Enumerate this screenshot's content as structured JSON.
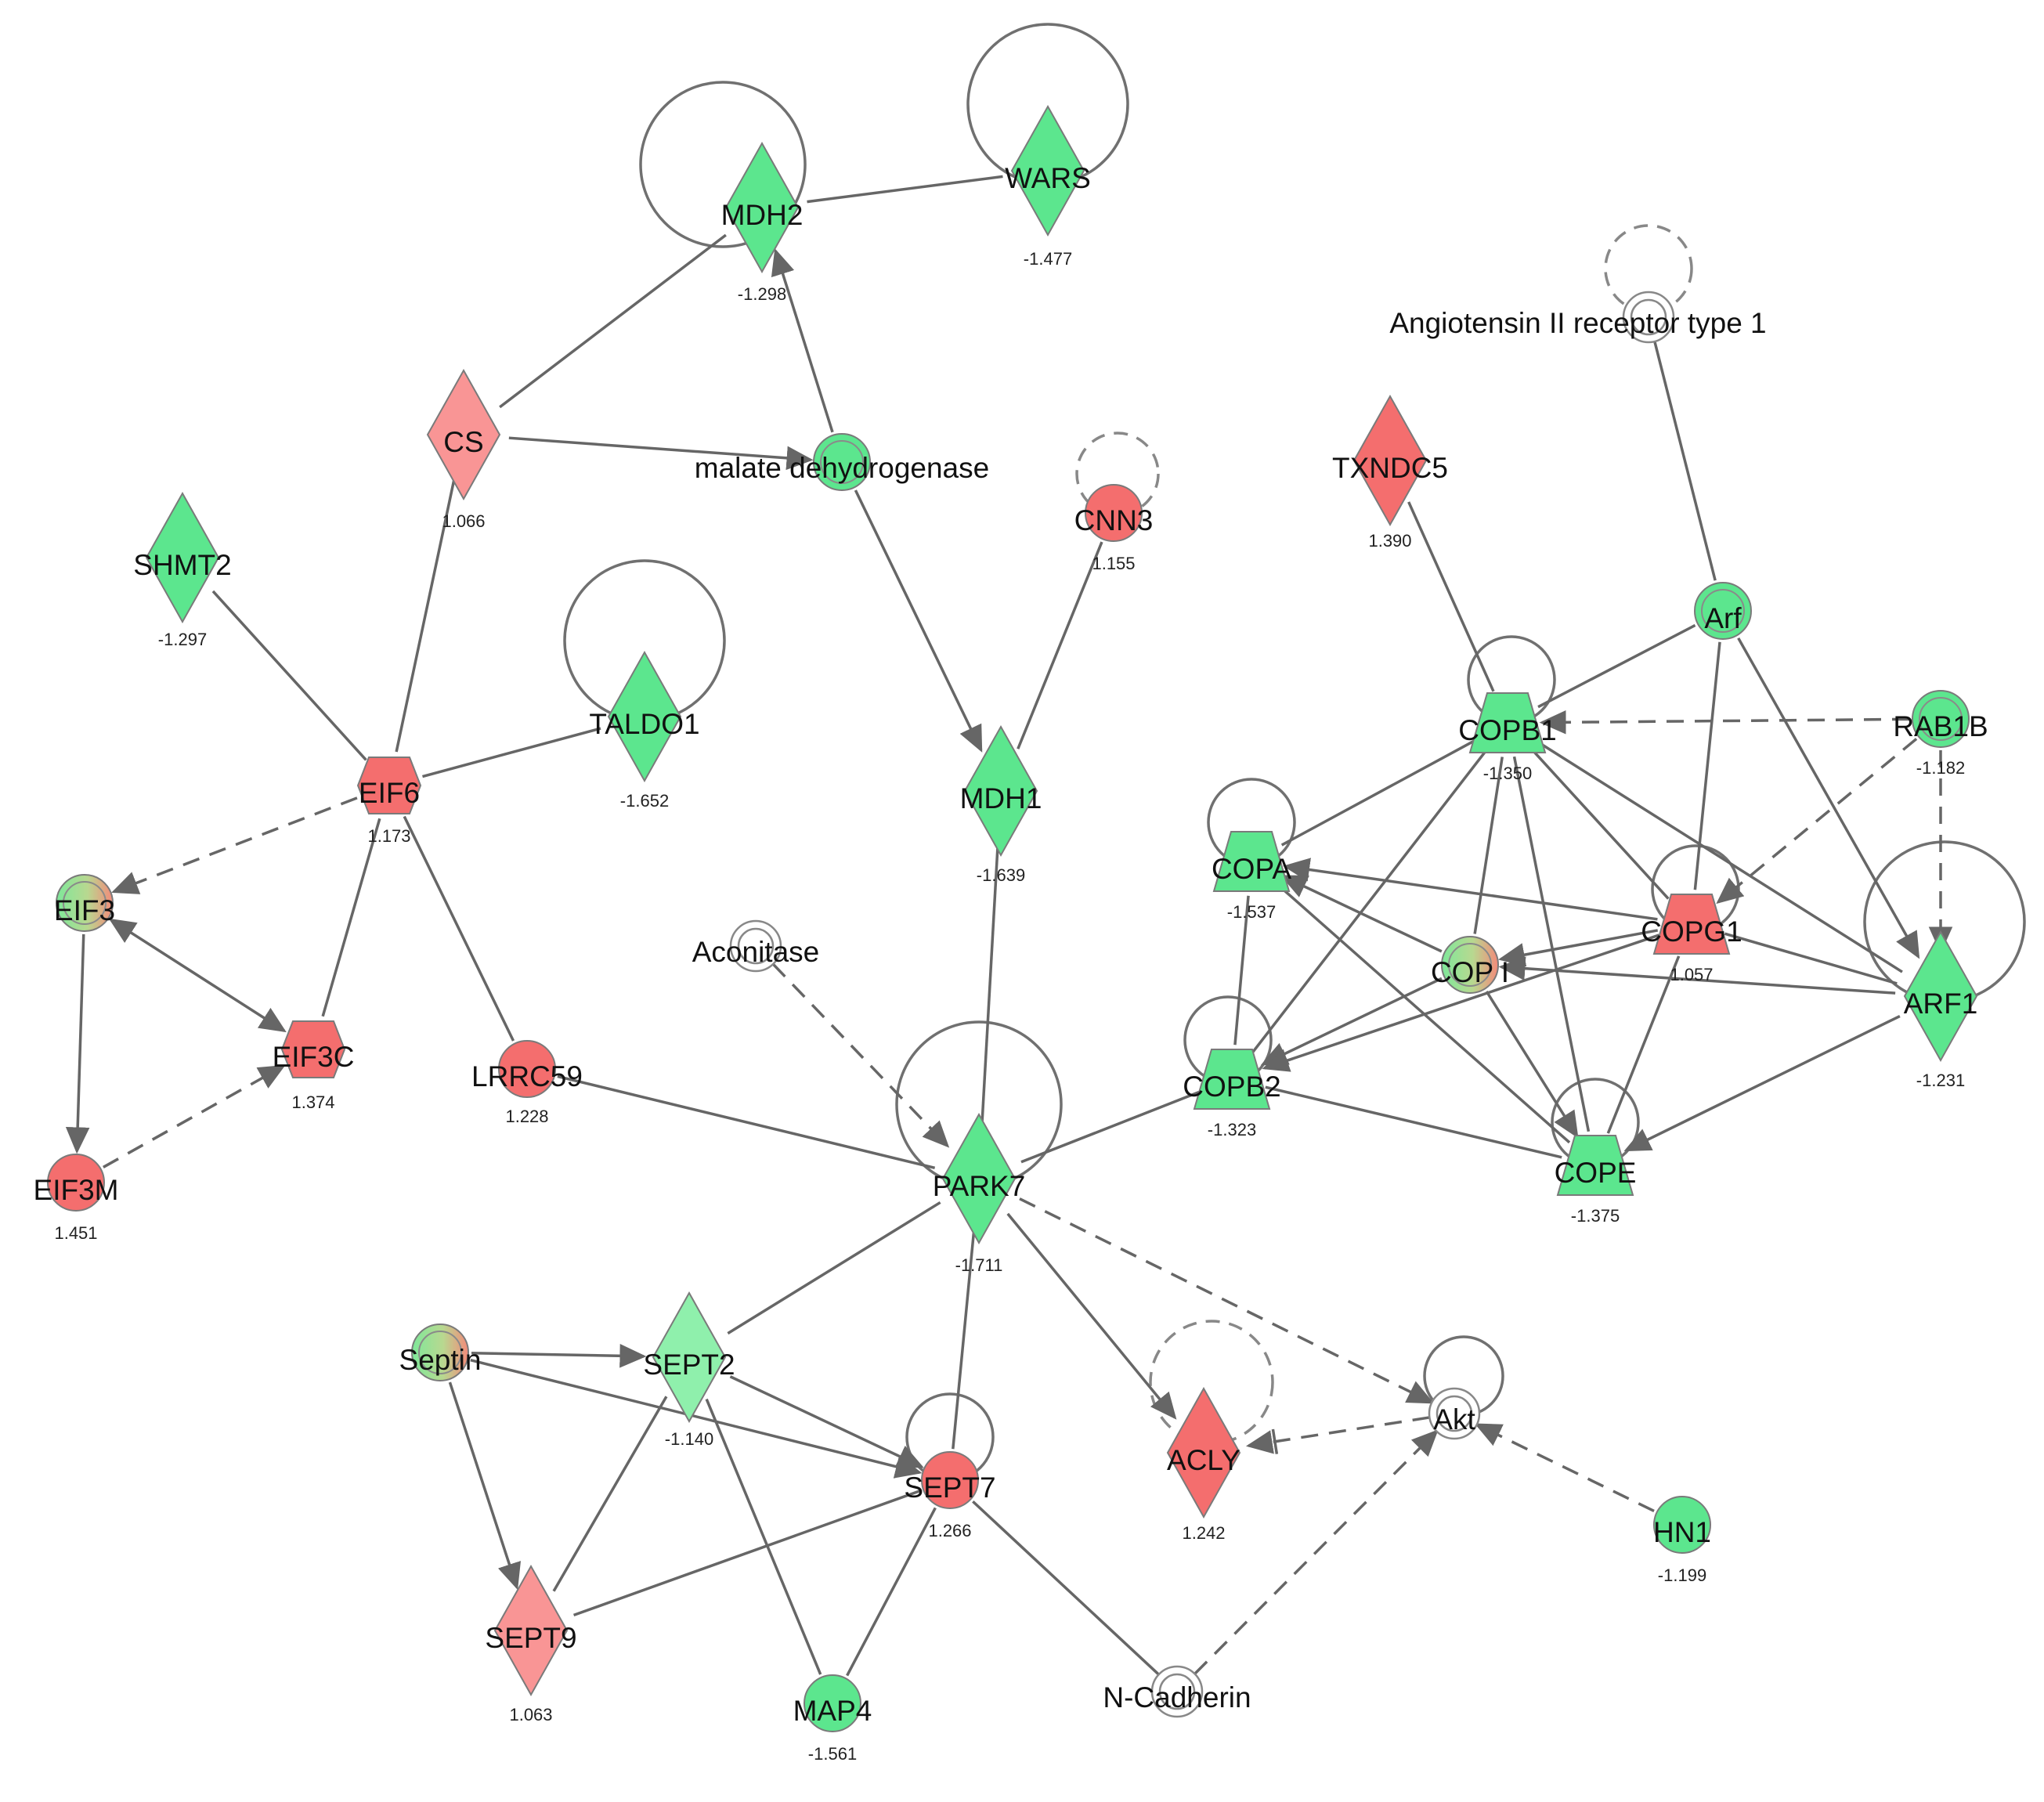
{
  "colors": {
    "up": "#f46e6e",
    "up_light": "#f99595",
    "down": "#5ce68e",
    "down_light": "#8ff0ac",
    "edge": "#666666"
  },
  "nodes": [
    {
      "id": "MDH2",
      "label": "MDH2",
      "value": "-1.298",
      "shape": "diamond",
      "color": "down"
    },
    {
      "id": "WARS",
      "label": "WARS",
      "value": "-1.477",
      "shape": "diamond",
      "color": "down"
    },
    {
      "id": "CS",
      "label": "CS",
      "value": "1.066",
      "shape": "diamond",
      "color": "up_light"
    },
    {
      "id": "MALDH",
      "label": "malate dehydrogenase",
      "value": "",
      "shape": "circle",
      "color": "down"
    },
    {
      "id": "CNN3",
      "label": "CNN3",
      "value": "1.155",
      "shape": "circle",
      "color": "up"
    },
    {
      "id": "SHMT2",
      "label": "SHMT2",
      "value": "-1.297",
      "shape": "diamond",
      "color": "down"
    },
    {
      "id": "TALDO1",
      "label": "TALDO1",
      "value": "-1.652",
      "shape": "diamond",
      "color": "down"
    },
    {
      "id": "EIF6",
      "label": "EIF6",
      "value": "1.173",
      "shape": "hexagon",
      "color": "up"
    },
    {
      "id": "EIF3",
      "label": "EIF3",
      "value": "",
      "shape": "circle",
      "color": "mixed"
    },
    {
      "id": "EIF3C",
      "label": "EIF3C",
      "value": "1.374",
      "shape": "hexagon",
      "color": "up"
    },
    {
      "id": "EIF3M",
      "label": "EIF3M",
      "value": "1.451",
      "shape": "circle",
      "color": "up"
    },
    {
      "id": "LRRC59",
      "label": "LRRC59",
      "value": "1.228",
      "shape": "circle",
      "color": "up"
    },
    {
      "id": "MDH1",
      "label": "MDH1",
      "value": "-1.639",
      "shape": "diamond",
      "color": "down"
    },
    {
      "id": "ACONITASE",
      "label": "Aconitase",
      "value": "",
      "shape": "double",
      "color": "white"
    },
    {
      "id": "PARK7",
      "label": "PARK7",
      "value": "-1.711",
      "shape": "diamond",
      "color": "down"
    },
    {
      "id": "AGTR",
      "label": "Angiotensin II receptor type 1",
      "value": "",
      "shape": "double",
      "color": "white"
    },
    {
      "id": "TXNDC5",
      "label": "TXNDC5",
      "value": "1.390",
      "shape": "diamond",
      "color": "up"
    },
    {
      "id": "ARF",
      "label": "Arf",
      "value": "",
      "shape": "circle",
      "color": "down"
    },
    {
      "id": "COPB1",
      "label": "COPB1",
      "value": "-1.350",
      "shape": "trapezoid",
      "color": "down"
    },
    {
      "id": "RAB1B",
      "label": "RAB1B",
      "value": "-1.182",
      "shape": "circle",
      "color": "down"
    },
    {
      "id": "COPA",
      "label": "COPA",
      "value": "-1.537",
      "shape": "trapezoid",
      "color": "down"
    },
    {
      "id": "COPG1",
      "label": "COPG1",
      "value": "1.057",
      "shape": "trapezoid",
      "color": "up"
    },
    {
      "id": "COPI",
      "label": "COP I",
      "value": "",
      "shape": "circle",
      "color": "mixed"
    },
    {
      "id": "ARF1",
      "label": "ARF1",
      "value": "-1.231",
      "shape": "diamond",
      "color": "down"
    },
    {
      "id": "COPB2",
      "label": "COPB2",
      "value": "-1.323",
      "shape": "trapezoid",
      "color": "down"
    },
    {
      "id": "COPE",
      "label": "COPE",
      "value": "-1.375",
      "shape": "trapezoid",
      "color": "down"
    },
    {
      "id": "SEPTIN",
      "label": "Septin",
      "value": "",
      "shape": "circle",
      "color": "mixed"
    },
    {
      "id": "SEPT2",
      "label": "SEPT2",
      "value": "-1.140",
      "shape": "diamond",
      "color": "down_light"
    },
    {
      "id": "SEPT7",
      "label": "SEPT7",
      "value": "1.266",
      "shape": "circle",
      "color": "up"
    },
    {
      "id": "SEPT9",
      "label": "SEPT9",
      "value": "1.063",
      "shape": "diamond",
      "color": "up_light"
    },
    {
      "id": "MAP4",
      "label": "MAP4",
      "value": "-1.561",
      "shape": "circle",
      "color": "down"
    },
    {
      "id": "ACLY",
      "label": "ACLY",
      "value": "1.242",
      "shape": "diamond",
      "color": "up"
    },
    {
      "id": "AKT",
      "label": "Akt",
      "value": "",
      "shape": "double",
      "color": "white"
    },
    {
      "id": "HN1",
      "label": "HN1",
      "value": "-1.199",
      "shape": "circle",
      "color": "down"
    },
    {
      "id": "NCAD",
      "label": "N-Cadherin",
      "value": "",
      "shape": "double",
      "color": "white"
    }
  ],
  "edges": [
    {
      "from": "MDH2",
      "to": "WARS",
      "dashed": false,
      "arrow": false
    },
    {
      "from": "CS",
      "to": "MDH2",
      "dashed": false,
      "arrow": false
    },
    {
      "from": "CS",
      "to": "MALDH",
      "dashed": false,
      "arrow": true
    },
    {
      "from": "MALDH",
      "to": "MDH2",
      "dashed": false,
      "arrow": true
    },
    {
      "from": "MALDH",
      "to": "MDH1",
      "dashed": false,
      "arrow": true
    },
    {
      "from": "CNN3",
      "to": "MDH1",
      "dashed": false,
      "arrow": false
    },
    {
      "from": "EIF6",
      "to": "CS",
      "dashed": false,
      "arrow": false
    },
    {
      "from": "EIF6",
      "to": "SHMT2",
      "dashed": false,
      "arrow": false
    },
    {
      "from": "EIF6",
      "to": "TALDO1",
      "dashed": false,
      "arrow": false
    },
    {
      "from": "EIF6",
      "to": "EIF3",
      "dashed": true,
      "arrow": true
    },
    {
      "from": "EIF6",
      "to": "EIF3C",
      "dashed": false,
      "arrow": false
    },
    {
      "from": "EIF6",
      "to": "LRRC59",
      "dashed": false,
      "arrow": false
    },
    {
      "from": "EIF3",
      "to": "EIF3C",
      "dashed": false,
      "arrow": true,
      "bidir": true
    },
    {
      "from": "EIF3",
      "to": "EIF3M",
      "dashed": false,
      "arrow": true
    },
    {
      "from": "EIF3M",
      "to": "EIF3C",
      "dashed": true,
      "arrow": true
    },
    {
      "from": "LRRC59",
      "to": "PARK7",
      "dashed": false,
      "arrow": false
    },
    {
      "from": "MDH1",
      "to": "PARK7",
      "dashed": false,
      "arrow": false
    },
    {
      "from": "PARK7",
      "to": "ACONITASE",
      "dashed": true,
      "arrow": true,
      "reverse": true
    },
    {
      "from": "PARK7",
      "to": "AKT",
      "dashed": true,
      "arrow": true
    },
    {
      "from": "PARK7",
      "to": "ACLY",
      "dashed": false,
      "arrow": true
    },
    {
      "from": "PARK7",
      "to": "COPB2",
      "dashed": false,
      "arrow": false
    },
    {
      "from": "PARK7",
      "to": "SEPT2",
      "dashed": false,
      "arrow": false
    },
    {
      "from": "PARK7",
      "to": "SEPT7",
      "dashed": false,
      "arrow": false
    },
    {
      "from": "AKT",
      "to": "ACLY",
      "dashed": true,
      "arrow": true,
      "inhibit": true
    },
    {
      "from": "HN1",
      "to": "AKT",
      "dashed": true,
      "arrow": true
    },
    {
      "from": "NCAD",
      "to": "AKT",
      "dashed": true,
      "arrow": true
    },
    {
      "from": "SEPT7",
      "to": "NCAD",
      "dashed": false,
      "arrow": false
    },
    {
      "from": "SEPTIN",
      "to": "SEPT2",
      "dashed": false,
      "arrow": true
    },
    {
      "from": "SEPTIN",
      "to": "SEPT7",
      "dashed": false,
      "arrow": true
    },
    {
      "from": "SEPTIN",
      "to": "SEPT9",
      "dashed": false,
      "arrow": true
    },
    {
      "from": "SEPT2",
      "to": "SEPT7",
      "dashed": false,
      "arrow": true
    },
    {
      "from": "SEPT2",
      "to": "SEPT9",
      "dashed": false,
      "arrow": false
    },
    {
      "from": "SEPT2",
      "to": "MAP4",
      "dashed": false,
      "arrow": false
    },
    {
      "from": "SEPT7",
      "to": "SEPT9",
      "dashed": false,
      "arrow": false
    },
    {
      "from": "SEPT7",
      "to": "MAP4",
      "dashed": false,
      "arrow": false
    },
    {
      "from": "AGTR",
      "to": "ARF",
      "dashed": false,
      "arrow": false
    },
    {
      "from": "TXNDC5",
      "to": "COPB1",
      "dashed": false,
      "arrow": false
    },
    {
      "from": "ARF",
      "to": "COPB1",
      "dashed": false,
      "arrow": false
    },
    {
      "from": "ARF",
      "to": "COPG1",
      "dashed": false,
      "arrow": false
    },
    {
      "from": "ARF",
      "to": "ARF1",
      "dashed": false,
      "arrow": true
    },
    {
      "from": "RAB1B",
      "to": "COPB1",
      "dashed": true,
      "arrow": true
    },
    {
      "from": "RAB1B",
      "to": "COPG1",
      "dashed": true,
      "arrow": true
    },
    {
      "from": "RAB1B",
      "to": "ARF1",
      "dashed": true,
      "arrow": true
    },
    {
      "from": "COPB1",
      "to": "COPA",
      "dashed": false,
      "arrow": false
    },
    {
      "from": "COPB1",
      "to": "COPB2",
      "dashed": false,
      "arrow": false
    },
    {
      "from": "COPB1",
      "to": "COPI",
      "dashed": false,
      "arrow": false
    },
    {
      "from": "COPB1",
      "to": "COPG1",
      "dashed": false,
      "arrow": false
    },
    {
      "from": "COPB1",
      "to": "COPE",
      "dashed": false,
      "arrow": false
    },
    {
      "from": "COPB1",
      "to": "ARF1",
      "dashed": false,
      "arrow": false
    },
    {
      "from": "COPA",
      "to": "COPB2",
      "dashed": false,
      "arrow": false
    },
    {
      "from": "COPA",
      "to": "COPE",
      "dashed": false,
      "arrow": false
    },
    {
      "from": "COPG1",
      "to": "COPA",
      "dashed": false,
      "arrow": true
    },
    {
      "from": "COPI",
      "to": "COPA",
      "dashed": false,
      "arrow": true
    },
    {
      "from": "COPG1",
      "to": "COPI",
      "dashed": false,
      "arrow": true
    },
    {
      "from": "ARF1",
      "to": "COPI",
      "dashed": false,
      "arrow": true
    },
    {
      "from": "COPI",
      "to": "COPB2",
      "dashed": false,
      "arrow": true
    },
    {
      "from": "COPG1",
      "to": "COPB2",
      "dashed": false,
      "arrow": true
    },
    {
      "from": "COPI",
      "to": "COPE",
      "dashed": false,
      "arrow": true
    },
    {
      "from": "COPG1",
      "to": "COPE",
      "dashed": false,
      "arrow": false
    },
    {
      "from": "ARF1",
      "to": "COPE",
      "dashed": false,
      "arrow": true
    },
    {
      "from": "COPB2",
      "to": "COPE",
      "dashed": false,
      "arrow": false
    },
    {
      "from": "COPG1",
      "to": "ARF1",
      "dashed": false,
      "arrow": false
    }
  ],
  "self_loops": [
    {
      "node": "MDH2",
      "dashed": false
    },
    {
      "node": "WARS",
      "dashed": false
    },
    {
      "node": "TALDO1",
      "dashed": false
    },
    {
      "node": "CNN3",
      "dashed": true
    },
    {
      "node": "AGTR",
      "dashed": true
    },
    {
      "node": "PARK7",
      "dashed": false
    },
    {
      "node": "ACLY",
      "dashed": true
    },
    {
      "node": "AKT",
      "dashed": false
    },
    {
      "node": "SEPT7",
      "dashed": false
    },
    {
      "node": "COPB1",
      "dashed": false
    },
    {
      "node": "COPA",
      "dashed": false
    },
    {
      "node": "COPB2",
      "dashed": false
    },
    {
      "node": "COPG1",
      "dashed": false
    },
    {
      "node": "COPE",
      "dashed": false
    },
    {
      "node": "ARF1",
      "dashed": false
    }
  ]
}
